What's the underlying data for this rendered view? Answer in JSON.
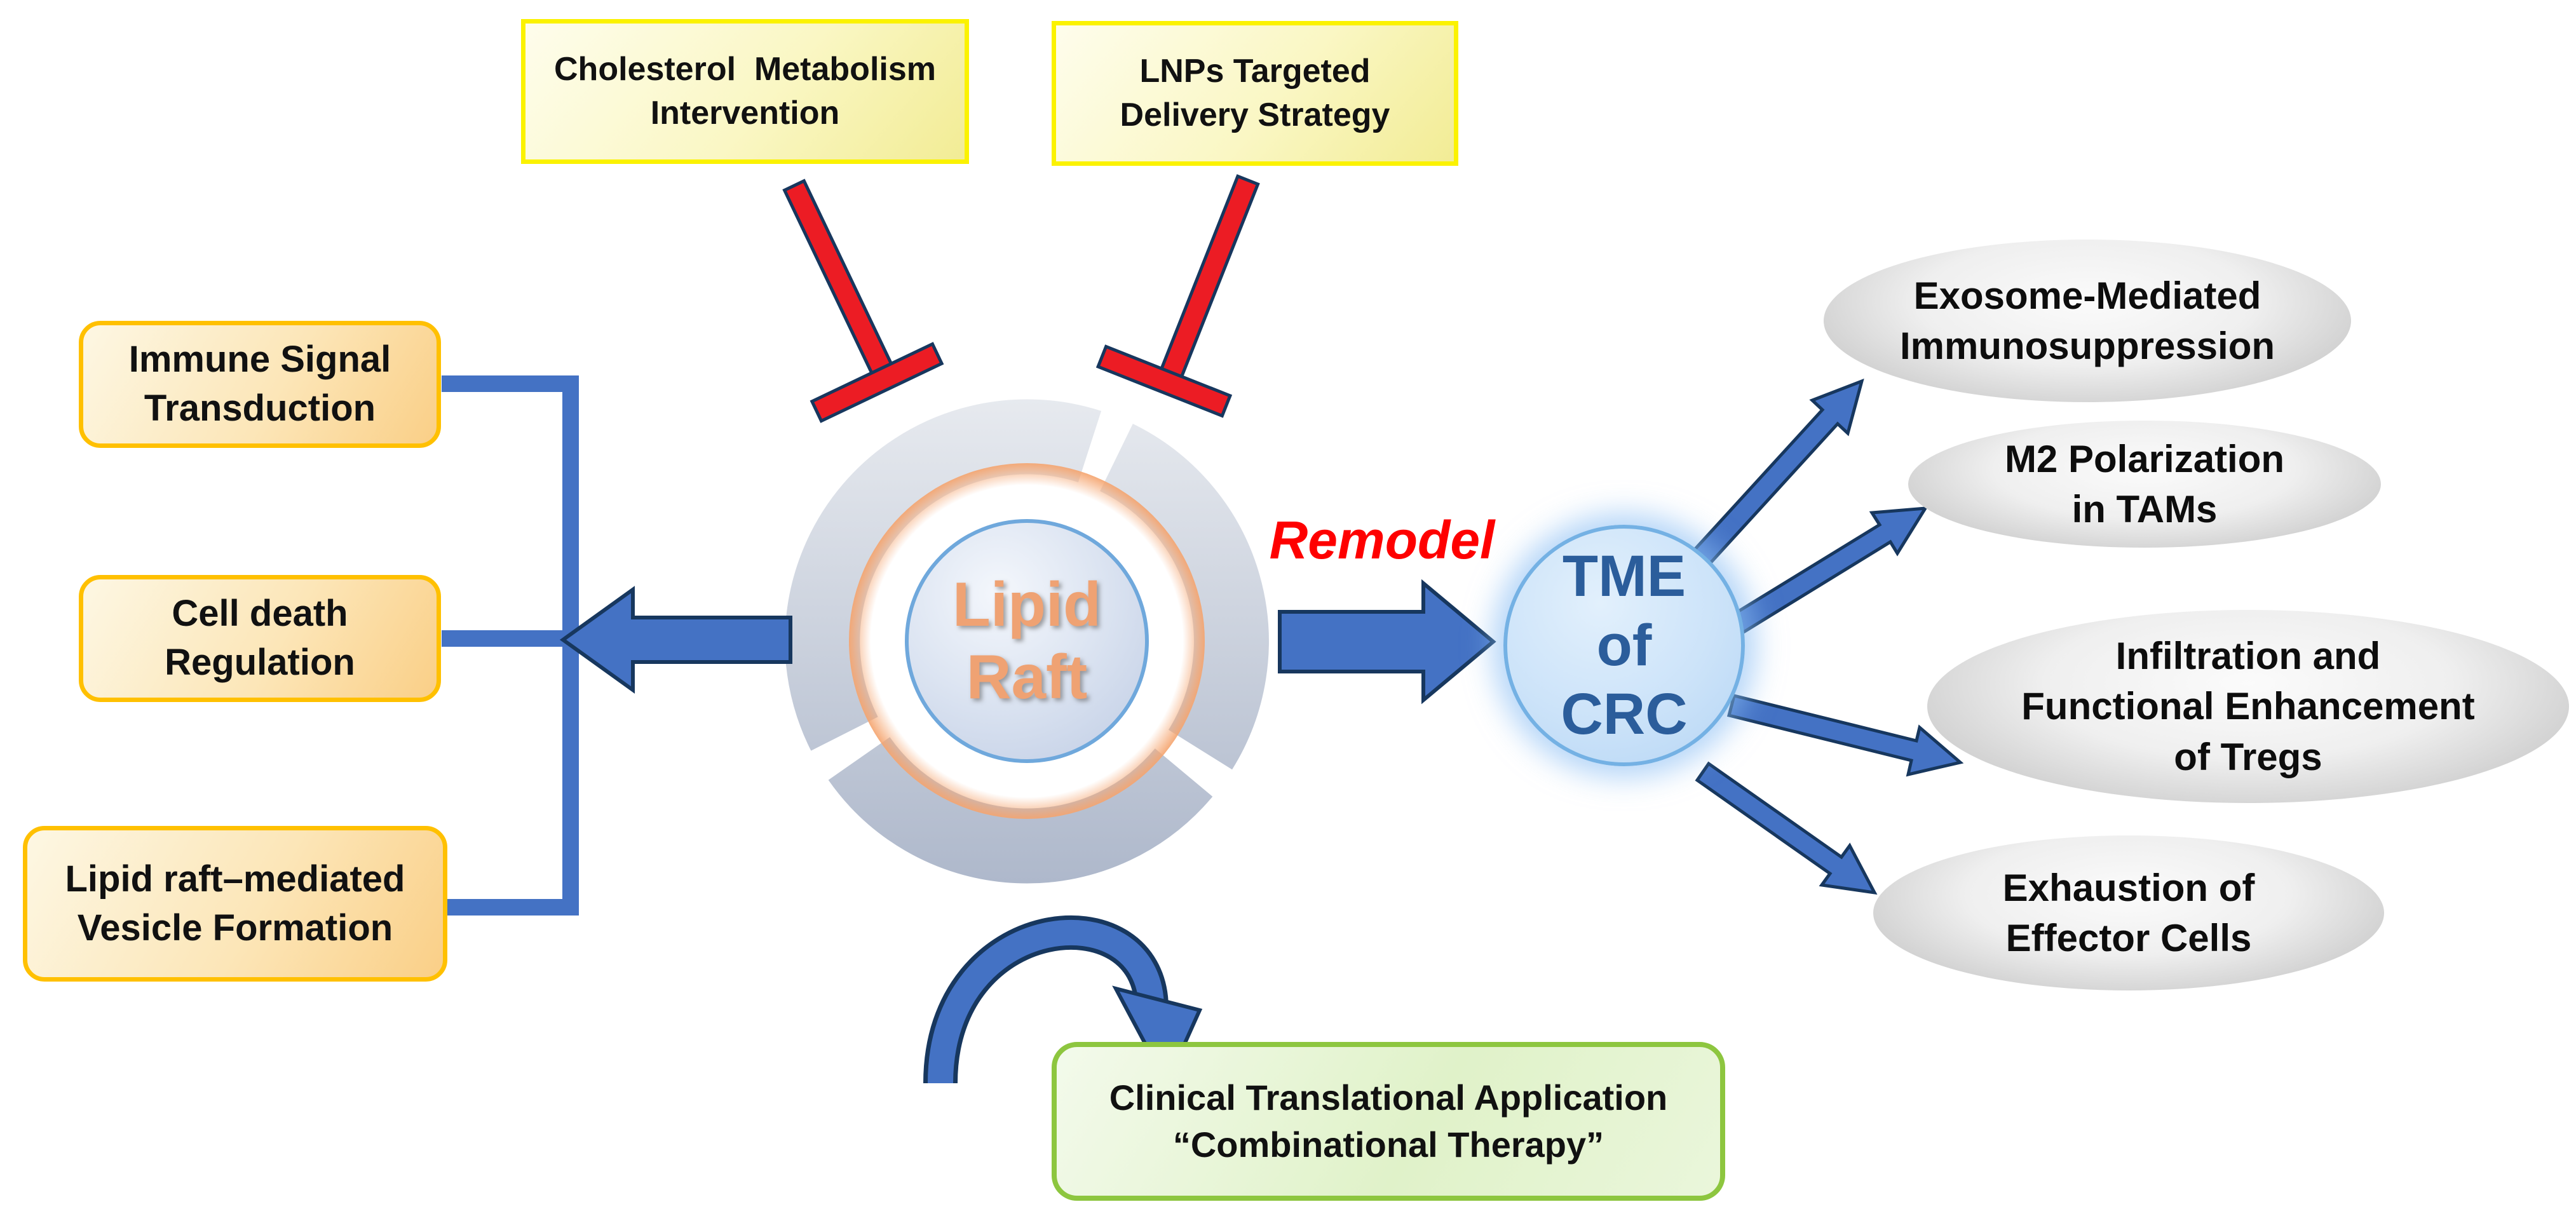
{
  "figure": {
    "interventions": [
      {
        "line1": "Cholesterol  Metabolism",
        "line2": "Intervention"
      },
      {
        "line1": "LNPs Targeted",
        "line2": "Delivery Strategy"
      }
    ],
    "functions": [
      {
        "line1": "Immune Signal",
        "line2": "Transduction"
      },
      {
        "line1": "Cell death",
        "line2": "Regulation"
      },
      {
        "line1": "Lipid raft–mediated",
        "line2": "Vesicle Formation"
      }
    ],
    "center": {
      "line1": "Lipid",
      "line2": "Raft"
    },
    "remodel_label": "Remodel",
    "tme": {
      "line1": "TME",
      "line2": "of",
      "line3": "CRC"
    },
    "tme_effects": [
      {
        "line1": "Exosome-Mediated",
        "line2": "Immunosuppression"
      },
      {
        "line1": "M2 Polarization",
        "line2": "in TAMs"
      },
      {
        "line1": "Infiltration and",
        "line2": "Functional Enhancement",
        "line3": "of Tregs"
      },
      {
        "line1": "Exhaustion of",
        "line2": "Effector Cells"
      }
    ],
    "clinical": {
      "line1": "Clinical Translational Application",
      "line2": "“Combinational Therapy”"
    },
    "colors": {
      "arrow_blue": "#4472C4",
      "arrow_outline_navy": "#17375E",
      "inhibit_red": "#EC1C24",
      "yellow_border": "#FBF200",
      "orange_border": "#FFC000",
      "green_border": "#8DC63F",
      "tme_text_blue": "#2B5D9B",
      "lipid_text_orange": "#EFA273",
      "remodel_red": "#FE0000"
    }
  }
}
